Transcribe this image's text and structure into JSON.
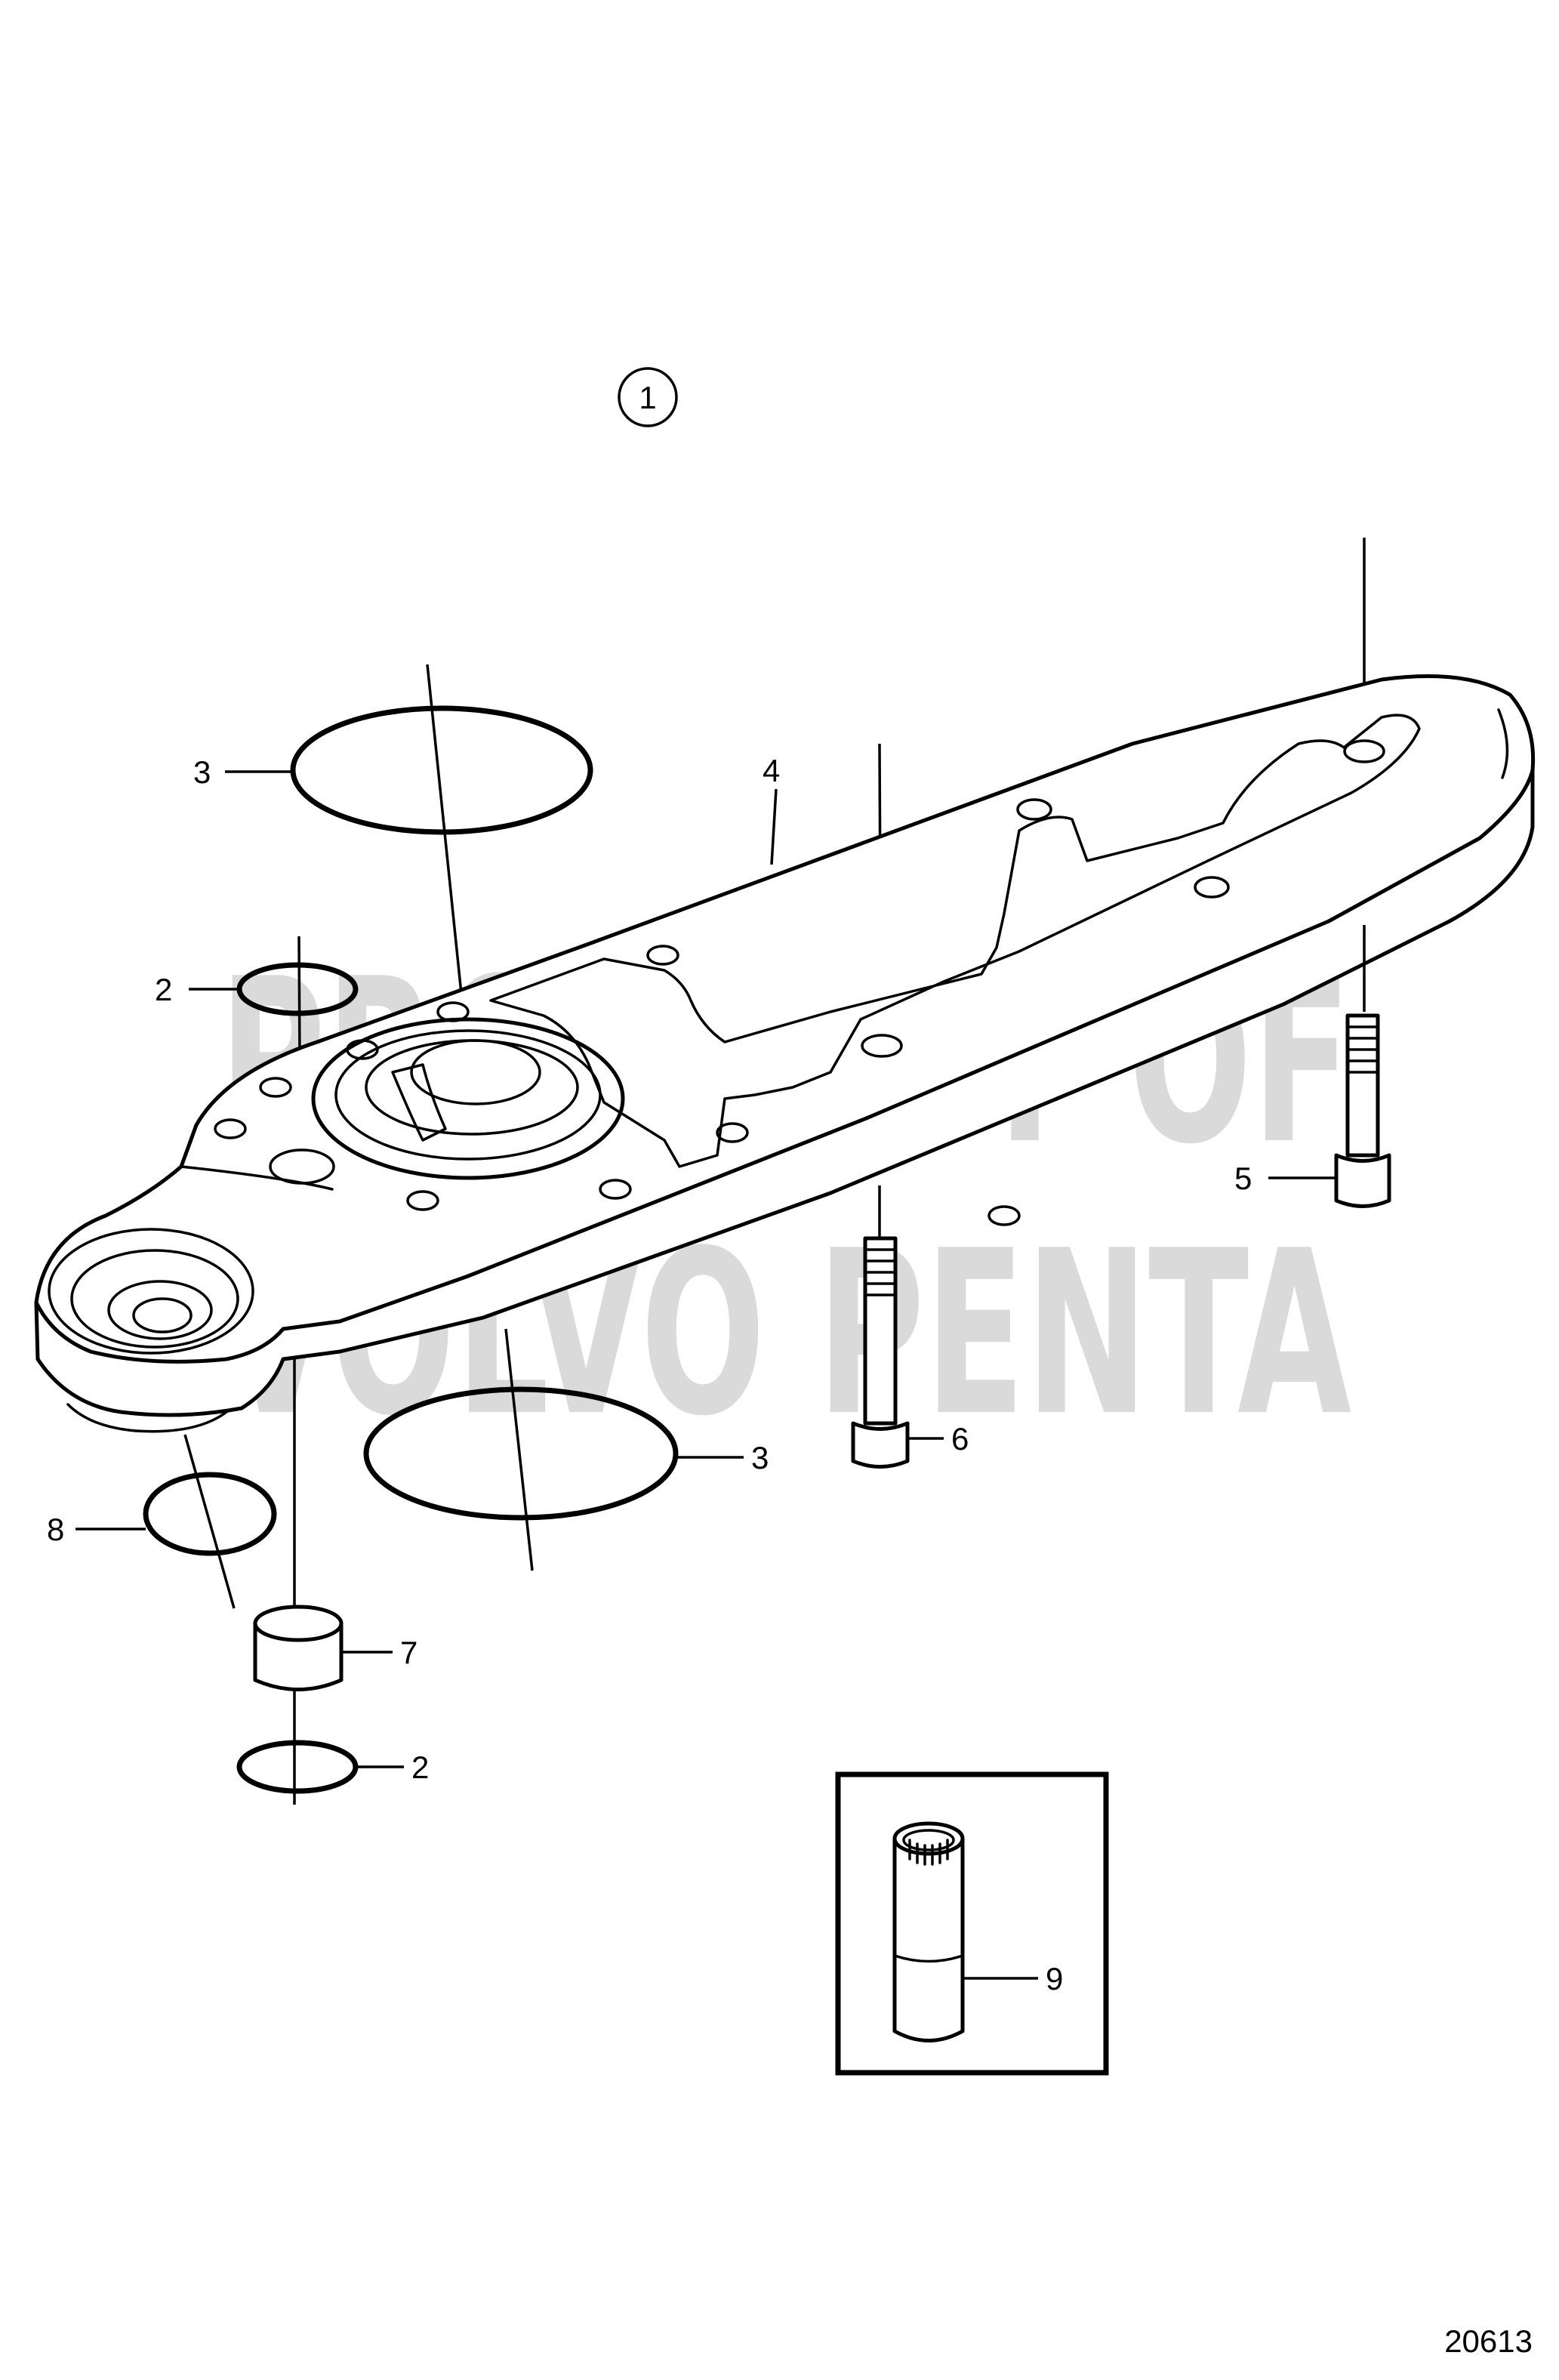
{
  "diagram": {
    "assembly_ref": "1",
    "figure_number": "20613",
    "watermark": [
      "PROPERTY OF",
      "VOLVO PENTA"
    ],
    "callouts": [
      {
        "id": "c3a",
        "label": "3"
      },
      {
        "id": "c4",
        "label": "4"
      },
      {
        "id": "c2a",
        "label": "2"
      },
      {
        "id": "c5",
        "label": "5"
      },
      {
        "id": "c6",
        "label": "6"
      },
      {
        "id": "c3b",
        "label": "3"
      },
      {
        "id": "c8",
        "label": "8"
      },
      {
        "id": "c7",
        "label": "7"
      },
      {
        "id": "c2b",
        "label": "2"
      },
      {
        "id": "c9",
        "label": "9"
      }
    ]
  }
}
